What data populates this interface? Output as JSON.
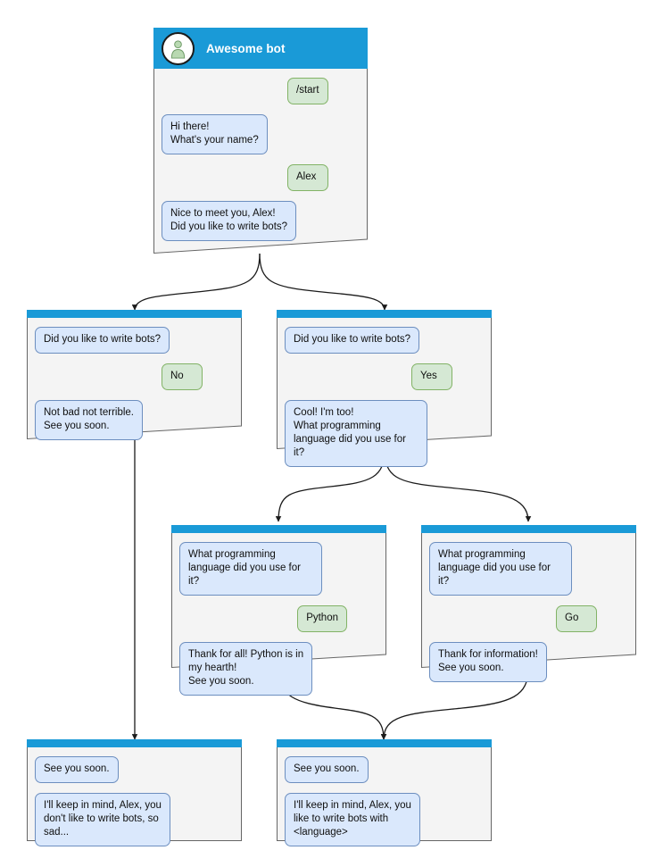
{
  "diagram": {
    "type": "chatbot-conversation-flowchart",
    "colors": {
      "header": "#1a9ad7",
      "node_fill": "#f4f4f4",
      "node_border": "#666666",
      "bot_bubble_fill": "#dae8fc",
      "bot_bubble_border": "#6c8ebf",
      "user_bubble_fill": "#d5e8d4",
      "user_bubble_border": "#82b366",
      "edge": "#1b1b1b",
      "avatar_person": "#b9d9b2",
      "background": "#ffffff"
    }
  },
  "nodes": [
    {
      "id": "root",
      "header": {
        "type": "titled",
        "title": "Awesome bot",
        "avatar_icon": "person-avatar-icon"
      },
      "messages": [
        {
          "from": "user",
          "text": "/start"
        },
        {
          "from": "bot",
          "text": "Hi there!\nWhat's your name?"
        },
        {
          "from": "user",
          "text": "Alex"
        },
        {
          "from": "bot",
          "text": "Nice to meet you, Alex!\nDid you like to write bots?"
        }
      ]
    },
    {
      "id": "no-branch",
      "header": {
        "type": "thin"
      },
      "messages": [
        {
          "from": "bot",
          "text": "Did you like to write bots?"
        },
        {
          "from": "user",
          "text": "No"
        },
        {
          "from": "bot",
          "text": "Not bad not terrible.\nSee you soon."
        }
      ]
    },
    {
      "id": "yes-branch",
      "header": {
        "type": "thin"
      },
      "messages": [
        {
          "from": "bot",
          "text": "Did you like to write bots?"
        },
        {
          "from": "user",
          "text": "Yes"
        },
        {
          "from": "bot",
          "text": "Cool! I'm too!\nWhat programming\nlanguage did you use for it?"
        }
      ]
    },
    {
      "id": "python-branch",
      "header": {
        "type": "thin"
      },
      "messages": [
        {
          "from": "bot",
          "text": "What programming\nlanguage did you use for it?"
        },
        {
          "from": "user",
          "text": "Python"
        },
        {
          "from": "bot",
          "text": "Thank for all! Python is in\nmy hearth!\nSee you soon."
        }
      ]
    },
    {
      "id": "go-branch",
      "header": {
        "type": "thin"
      },
      "messages": [
        {
          "from": "bot",
          "text": "What programming\nlanguage did you use for it?"
        },
        {
          "from": "user",
          "text": "Go"
        },
        {
          "from": "bot",
          "text": "Thank for information!\nSee you soon."
        }
      ]
    },
    {
      "id": "end-no",
      "header": {
        "type": "thin"
      },
      "messages": [
        {
          "from": "bot",
          "text": "See you soon."
        },
        {
          "from": "bot",
          "text": "I'll keep in mind, Alex, you\ndon't like to write bots, so\nsad..."
        }
      ]
    },
    {
      "id": "end-yes",
      "header": {
        "type": "thin"
      },
      "messages": [
        {
          "from": "bot",
          "text": "See you soon."
        },
        {
          "from": "bot",
          "text": "I'll keep in mind, Alex, you\nlike to write bots with\n<language>"
        }
      ]
    }
  ],
  "edges": [
    {
      "from": "root",
      "to": "no-branch",
      "style": "curved-fork"
    },
    {
      "from": "root",
      "to": "yes-branch",
      "style": "curved-fork"
    },
    {
      "from": "no-branch",
      "to": "end-no",
      "style": "straight"
    },
    {
      "from": "yes-branch",
      "to": "python-branch",
      "style": "curved-fork"
    },
    {
      "from": "yes-branch",
      "to": "go-branch",
      "style": "curved-fork"
    },
    {
      "from": "python-branch",
      "to": "end-yes",
      "style": "curved-merge"
    },
    {
      "from": "go-branch",
      "to": "end-yes",
      "style": "curved-merge"
    }
  ]
}
